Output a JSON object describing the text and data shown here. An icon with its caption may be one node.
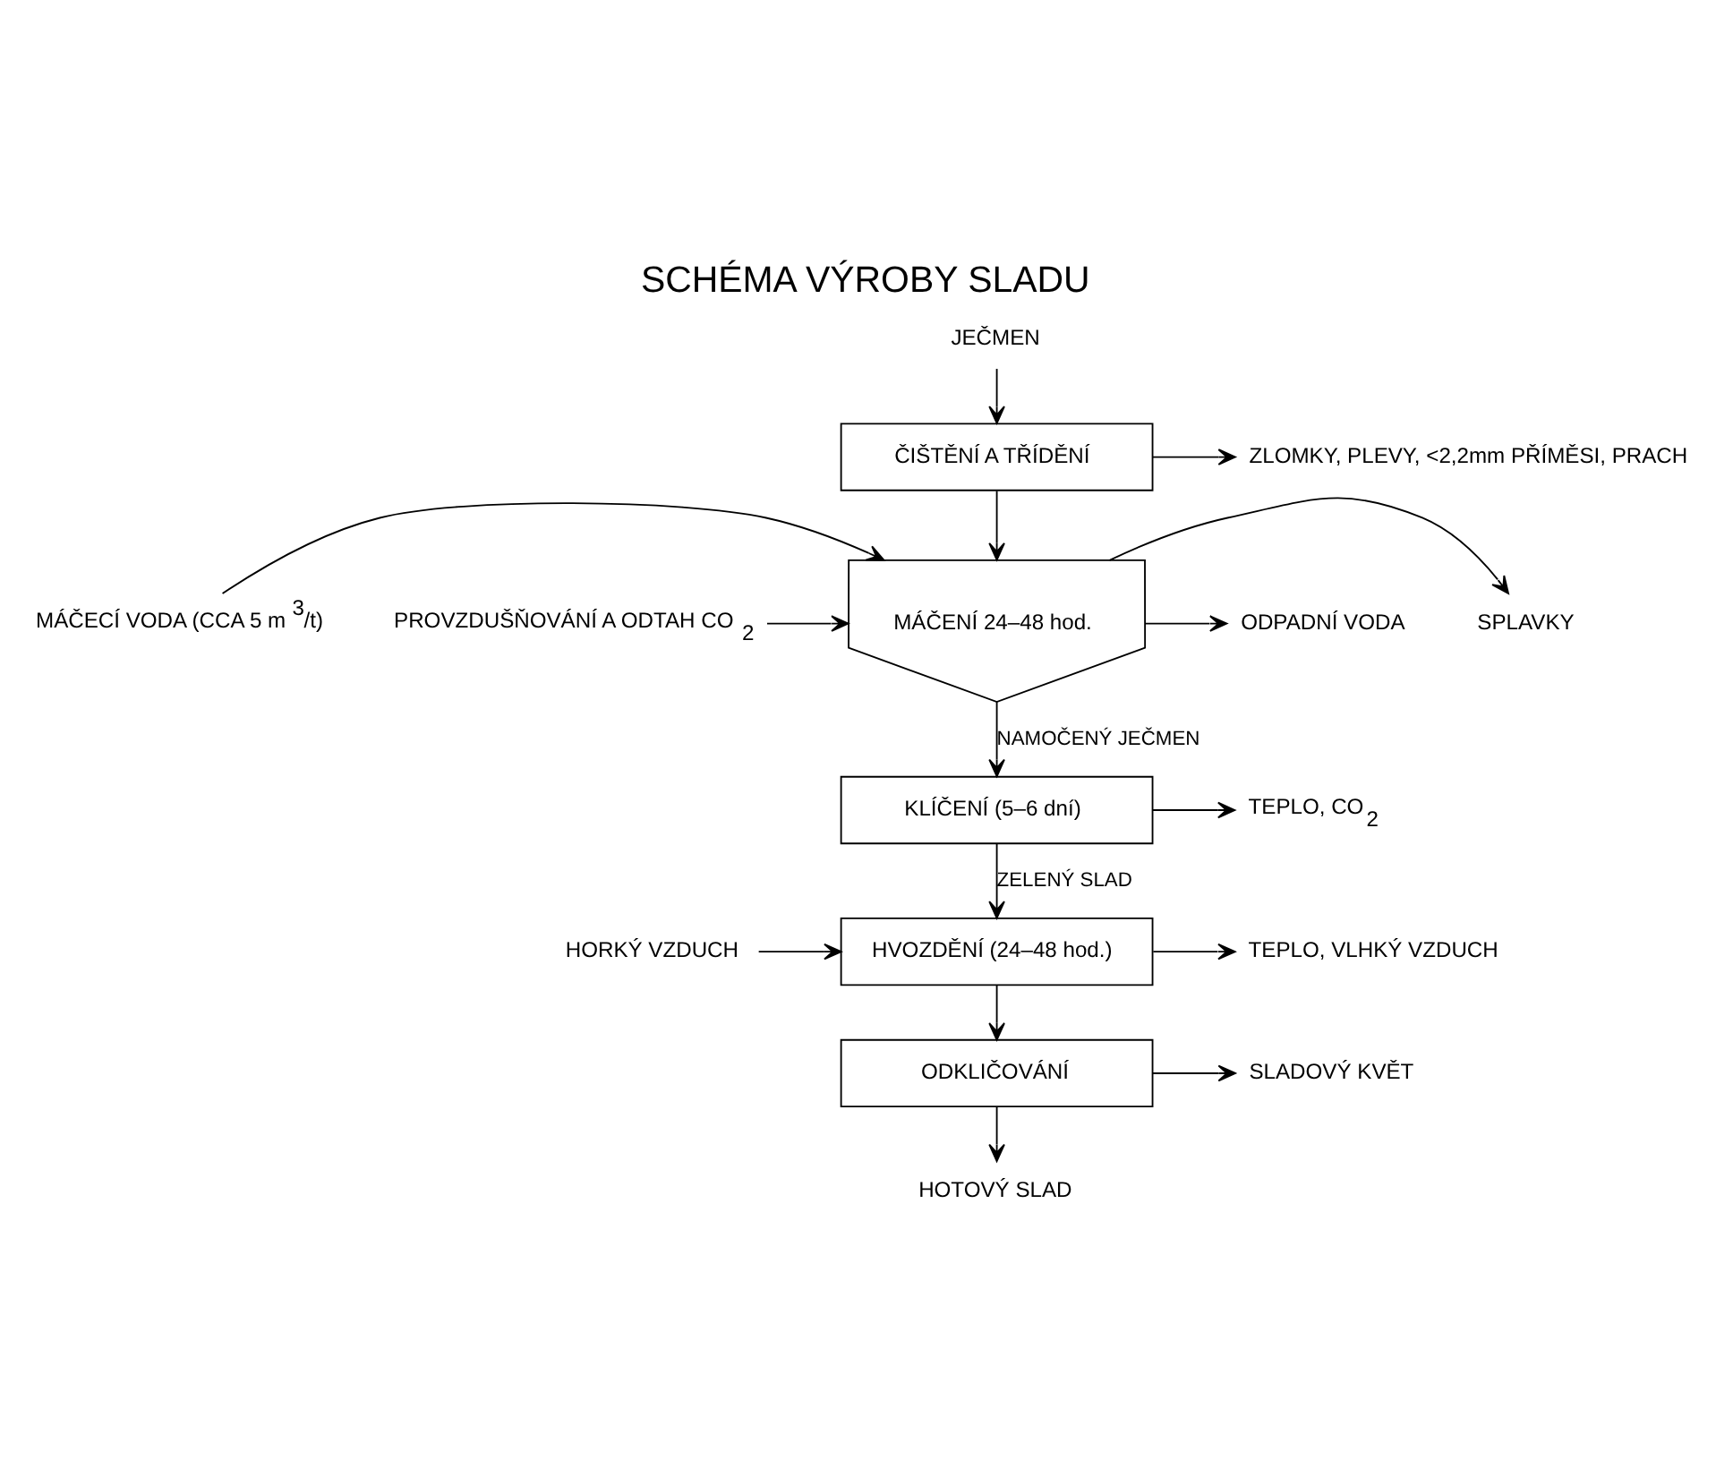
{
  "diagram": {
    "title": "SCHÉMA VÝROBY SLADU",
    "nodes": [
      {
        "text": [
          "JEČMEN"
        ]
      },
      {
        "text": [
          "ČIŠTĚNÍ A TŘÍDĚNÍ"
        ]
      },
      {
        "text": [
          "ZLOMKY, PLEVY, <2,2mm PŘÍMĚSI, PRACH"
        ]
      },
      {
        "text": [
          "MÁČECÍ VODA (CCA 5 m$^{3}$/t)"
        ]
      },
      {
        "text": [
          "PROVZDUŠŇOVÁNÍ A ODTAH CO$_{2}$"
        ]
      },
      {
        "text": [
          "MÁČENÍ 24–48 hod."
        ]
      },
      {
        "text": [
          "SPLAVKY"
        ]
      },
      {
        "text": [
          "ODPADNÍ VODA"
        ]
      },
      {
        "text": [
          "KLÍČENÍ (5–6 dní)"
        ]
      },
      {
        "text": [
          "TEPLO, CO$_{2}$"
        ]
      },
      {
        "text": [
          "HORKÝ VZDUCH"
        ]
      },
      {
        "text": [
          "HVOZDĚNÍ (24–48 hod.)"
        ]
      },
      {
        "text": [
          "TEPLO, VLHKÝ VZDUCH"
        ]
      },
      {
        "text": [
          "ODKLIČOVÁNÍ"
        ]
      },
      {
        "text": [
          "SLADOVÝ KVĚT"
        ]
      },
      {
        "text": [
          "HOTOVÝ SLAD"
        ]
      }
    ],
    "edges": [
      {
        "from": 0,
        "to": 1,
        "arrow": "to"
      },
      {
        "from": 1,
        "to": 2,
        "arrow": "to"
      },
      {
        "from": 1,
        "to": 5,
        "arrow": "to"
      },
      {
        "from": 3,
        "to": 5,
        "arrow": "to"
      },
      {
        "from": 4,
        "to": 5,
        "arrow": "to"
      },
      {
        "from": 5,
        "to": 6,
        "arrow": "to"
      },
      {
        "from": 5,
        "to": 7,
        "arrow": "to"
      },
      {
        "from": 5,
        "to": 8,
        "label": "NAMOČENÝ JEČMEN",
        "arrow": "to"
      },
      {
        "from": 8,
        "to": 9,
        "arrow": "to"
      },
      {
        "from": 8,
        "to": 11,
        "label": "ZELENÝ SLAD",
        "arrow": "to"
      },
      {
        "from": 10,
        "to": 11,
        "arrow": "to"
      },
      {
        "from": 11,
        "to": 12,
        "arrow": "to"
      },
      {
        "from": 11,
        "to": 13,
        "arrow": "to"
      },
      {
        "from": 13,
        "to": 14,
        "arrow": "to"
      },
      {
        "from": 13,
        "to": 15,
        "arrow": "to"
      }
    ]
  }
}
